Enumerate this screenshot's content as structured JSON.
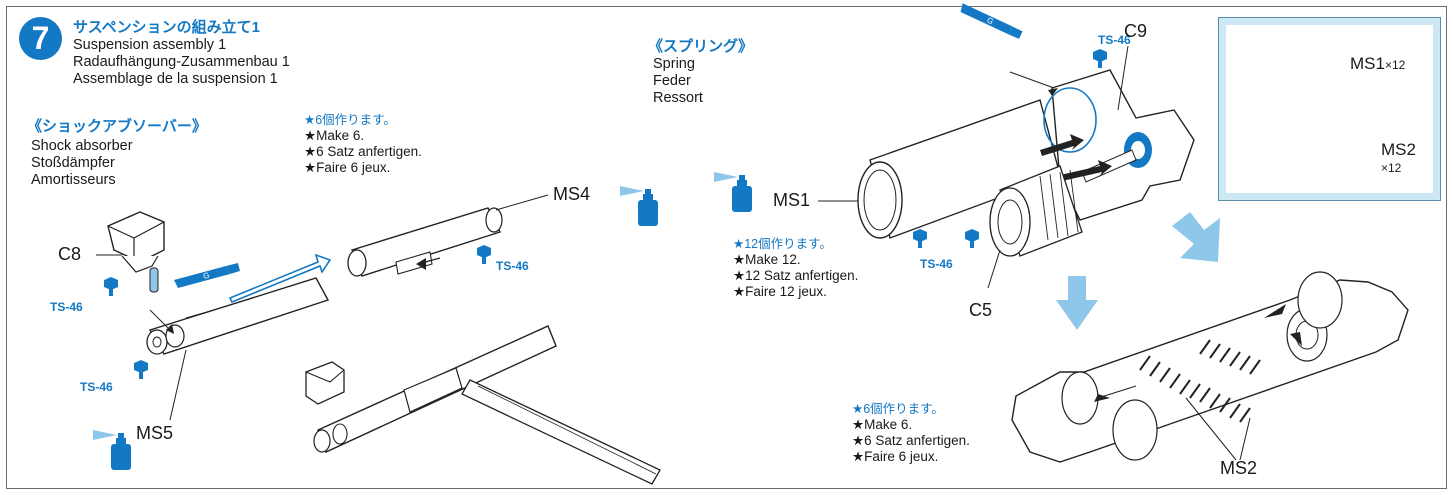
{
  "step": {
    "number": "7",
    "title_jp": "サスペンションの組み立て1",
    "titles": [
      "Suspension assembly 1",
      "Radaufhängung-Zusammenbau 1",
      "Assemblage de la suspension 1"
    ]
  },
  "shock": {
    "header_jp": "《ショックアブソーバー》",
    "names": [
      "Shock absorber",
      "Stoßdämpfer",
      "Amortisseurs"
    ]
  },
  "make6_top": [
    "★6個作ります。",
    "★Make 6.",
    "★6 Satz anfertigen.",
    "★Faire 6 jeux."
  ],
  "spring": {
    "header_jp": "《スプリング》",
    "names": [
      "Spring",
      "Feder",
      "Ressort"
    ]
  },
  "make12": [
    "★12個作ります。",
    "★Make 12.",
    "★12 Satz anfertigen.",
    "★Faire 12 jeux."
  ],
  "make6_bottom": [
    "★6個作ります。",
    "★Make 6.",
    "★6 Satz anfertigen.",
    "★Faire 6 jeux."
  ],
  "parts": {
    "c8": "C8",
    "c9": "C9",
    "c5": "C5",
    "ms1": "MS1",
    "ms2": "MS2",
    "ms4": "MS4",
    "ms5": "MS5",
    "ts46": "TS-46",
    "ms1_qty": "×12",
    "ms2_qty": "×12"
  },
  "colors": {
    "accent": "#1479c4",
    "parts_box": "#cde8f5"
  }
}
